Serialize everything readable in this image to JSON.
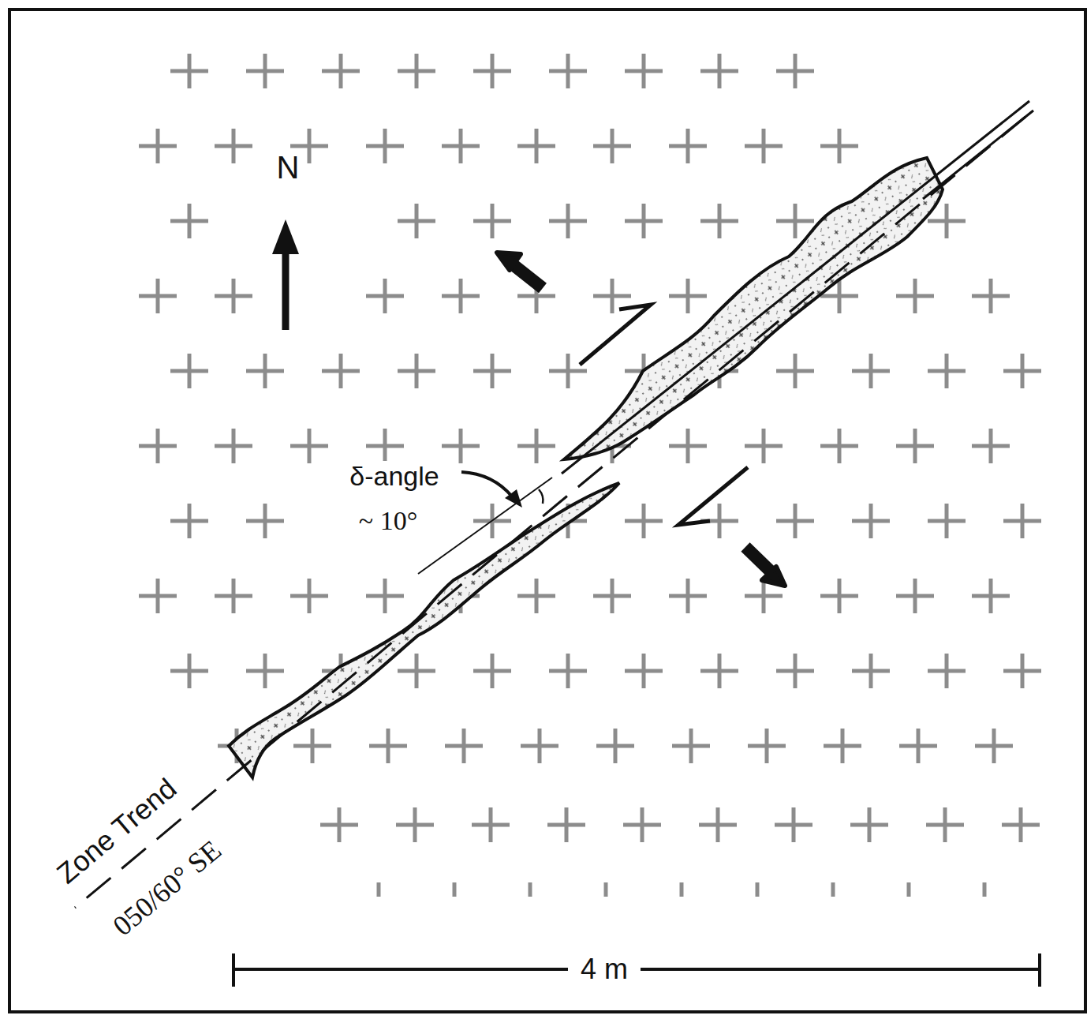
{
  "diagram": {
    "labels": [
      "N",
      "δ-angle",
      "~ 10°",
      "Zone Trend",
      "050/60° SE",
      "4 m"
    ]
  }
}
